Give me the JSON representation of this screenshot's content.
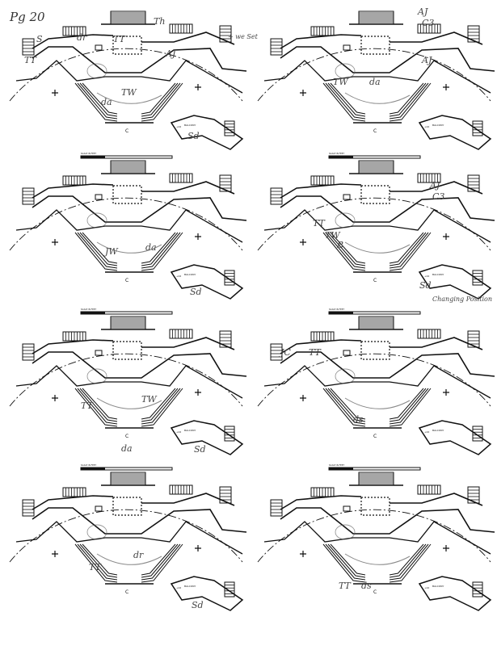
{
  "page_label": "Pg 20",
  "printed": {
    "scale_label": "SCALE IN FEET",
    "balcony_label": "BALCONY",
    "balcony_prefix": "+22",
    "center_mark": "C"
  },
  "colors": {
    "ink": "#111111",
    "pencil": "#555555",
    "paper": "#ffffff"
  },
  "panels": [
    {
      "annotations": [
        {
          "text": "TT"
        },
        {
          "text": "S"
        },
        {
          "text": "dr"
        },
        {
          "text": "TT"
        },
        {
          "text": "Th"
        },
        {
          "text": "AJ"
        },
        {
          "text": "TW"
        },
        {
          "text": "da"
        },
        {
          "text": "+ we Set"
        },
        {
          "text": "Sd"
        }
      ]
    },
    {
      "annotations": [
        {
          "text": "AJ"
        },
        {
          "text": "C3"
        },
        {
          "text": "AJ"
        },
        {
          "text": "TW"
        },
        {
          "text": "da"
        }
      ]
    },
    {
      "annotations": [
        {
          "text": "JW"
        },
        {
          "text": "da"
        },
        {
          "text": "Sd"
        }
      ]
    },
    {
      "annotations": [
        {
          "text": "AJ"
        },
        {
          "text": "C3"
        },
        {
          "text": "TT"
        },
        {
          "text": "TW"
        },
        {
          "text": "B"
        },
        {
          "text": "Sd"
        },
        {
          "text": "Changing Position"
        }
      ]
    },
    {
      "annotations": [
        {
          "text": "TT"
        },
        {
          "text": "TW"
        },
        {
          "text": "da"
        },
        {
          "text": "Sd"
        }
      ]
    },
    {
      "annotations": [
        {
          "text": "JC"
        },
        {
          "text": "TT"
        },
        {
          "text": "ds"
        }
      ]
    },
    {
      "annotations": [
        {
          "text": "TT"
        },
        {
          "text": "dr"
        },
        {
          "text": "Sd"
        }
      ]
    },
    {
      "annotations": [
        {
          "text": "TT"
        },
        {
          "text": "ds"
        }
      ]
    }
  ]
}
